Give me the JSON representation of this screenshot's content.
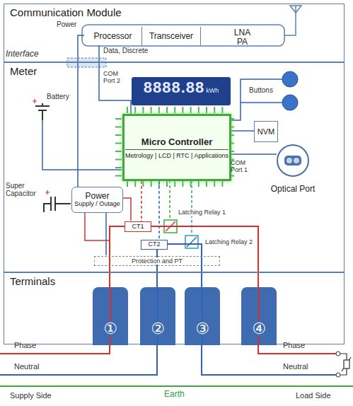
{
  "diagram": {
    "nodes": [
      {
        "text": [
          "Communication Module"
        ]
      },
      {
        "text": [
          "Processor"
        ],
        "in": 0
      },
      {
        "text": [
          "Transceiver"
        ],
        "in": 0
      },
      {
        "text": [
          "LNA PA"
        ],
        "in": 0
      },
      {
        "text": [
          "Meter"
        ]
      },
      {
        "text": [
          "8888.88",
          "kWh"
        ],
        "in": 4
      },
      {
        "text": [
          "Micro Controller",
          "Metrology | LCD | RTC | Applications"
        ],
        "in": 4
      },
      {
        "text": [
          "NVM"
        ],
        "in": 4
      },
      {
        "text": [
          "Optical Port"
        ],
        "in": 4
      },
      {
        "text": [
          "Power",
          "Supply / Outage"
        ],
        "in": 4
      },
      {
        "text": [
          "CT1"
        ],
        "in": 4
      },
      {
        "text": [
          "CT2"
        ],
        "in": 4
      },
      {
        "text": [
          "Protection and PT"
        ],
        "in": 4
      },
      {
        "text": [
          "Terminals"
        ]
      },
      {
        "text": [
          "①"
        ],
        "in": 13
      },
      {
        "text": [
          "②"
        ],
        "in": 13
      },
      {
        "text": [
          "③"
        ],
        "in": 13
      },
      {
        "text": [
          "④"
        ],
        "in": 13
      }
    ],
    "edges": [
      {
        "from": 1,
        "to": 6,
        "arrow": "none"
      },
      {
        "from": 1,
        "to": 9,
        "arrow": "none"
      },
      {
        "from": 6,
        "to": 7,
        "arrow": "none"
      },
      {
        "from": 6,
        "to": 8,
        "arrow": "none"
      },
      {
        "from": 6,
        "to": 10,
        "arrow": "none"
      },
      {
        "from": 6,
        "to": 11,
        "arrow": "none"
      },
      {
        "from": 14,
        "to": 10,
        "arrow": "none"
      },
      {
        "from": 10,
        "to": 17,
        "arrow": "none"
      },
      {
        "from": 15,
        "to": 11,
        "arrow": "none"
      },
      {
        "from": 11,
        "to": 16,
        "arrow": "none"
      }
    ],
    "labels": [
      "Power",
      "Data, Discrete",
      "Interface",
      "COM Port 2",
      "Battery",
      "Buttons",
      "COM Port 1",
      "Latching Relay 1",
      "Latching Relay 2",
      "Super Capacitor",
      "Phase",
      "Neutral",
      "Supply Side",
      "Earth",
      "Phase",
      "Neutral",
      "Load Side"
    ]
  }
}
